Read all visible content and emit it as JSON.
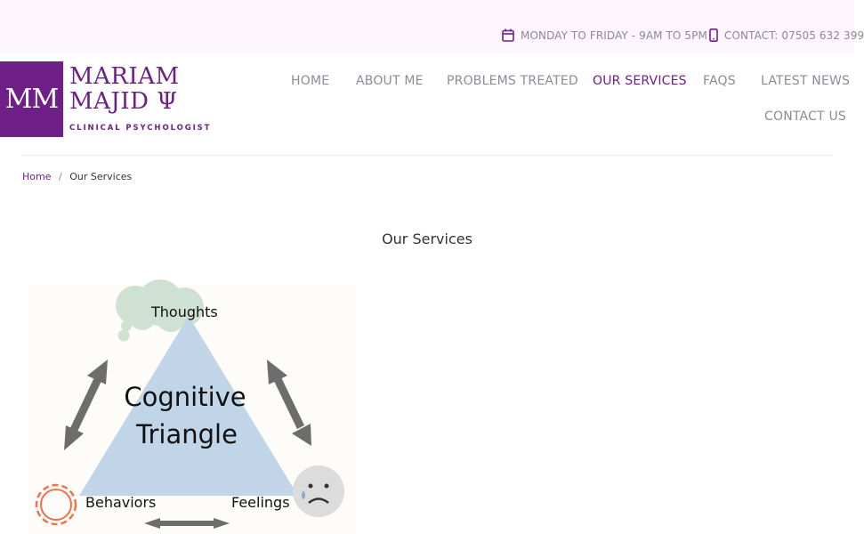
{
  "topbar": {
    "hours": "MONDAY TO FRIDAY - 9AM TO 5PM",
    "contact": "CONTACT: 07505 632 399",
    "hours_icon": "calendar-icon",
    "contact_icon": "mobile-phone-icon"
  },
  "logo": {
    "initials": "MM",
    "line1": "MARIAM",
    "line2": "MAJID Ψ",
    "subtitle": "CLINICAL PSYCHOLOGIST"
  },
  "nav": {
    "items": [
      {
        "label": "HOME"
      },
      {
        "label": "ABOUT ME"
      },
      {
        "label": "PROBLEMS TREATED"
      },
      {
        "label": "OUR SERVICES"
      },
      {
        "label": "FAQS"
      },
      {
        "label": "LATEST NEWS"
      },
      {
        "label": "CONTACT US"
      }
    ],
    "active": "OUR SERVICES"
  },
  "breadcrumb": {
    "home": "Home",
    "separator": "/",
    "current": "Our Services"
  },
  "page": {
    "title": "Our Services"
  },
  "diagram": {
    "center_line1": "Cognitive",
    "center_line2": "Triangle",
    "top_label": "Thoughts",
    "left_label": "Behaviors",
    "right_label": "Feelings",
    "icons": [
      "thought-cloud-icon",
      "gear-icon",
      "sad-face-icon",
      "double-arrow-icon"
    ]
  },
  "colors": {
    "brand_purple": "#6e1f88",
    "topbar_bg": "#fcf5fd",
    "nav_text": "#8f8a95",
    "triangle_blue": "#c0d5e8",
    "cloud_green": "#cfe1d3",
    "gear_orange": "#f0724a"
  }
}
